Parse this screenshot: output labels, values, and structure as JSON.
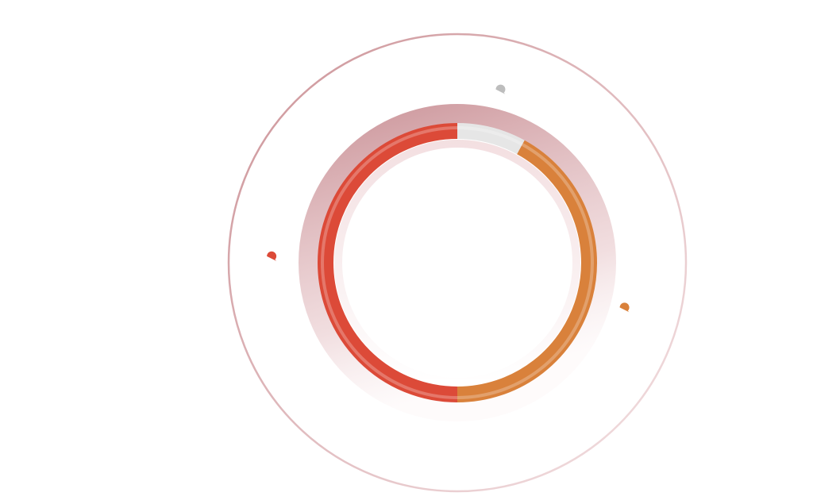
{
  "chart_data": {
    "type": "pie",
    "style": "donut-ring",
    "slices": [
      {
        "value": 8,
        "color": "#e6e6e6",
        "marker": "marker-gray"
      },
      {
        "value": 42,
        "color": "#d9813b",
        "marker": "marker-orange"
      },
      {
        "value": 50,
        "color": "#dc4a38",
        "marker": "marker-red"
      }
    ],
    "ring_color": "#c98c91",
    "outline_color": "#d6a4a8"
  }
}
